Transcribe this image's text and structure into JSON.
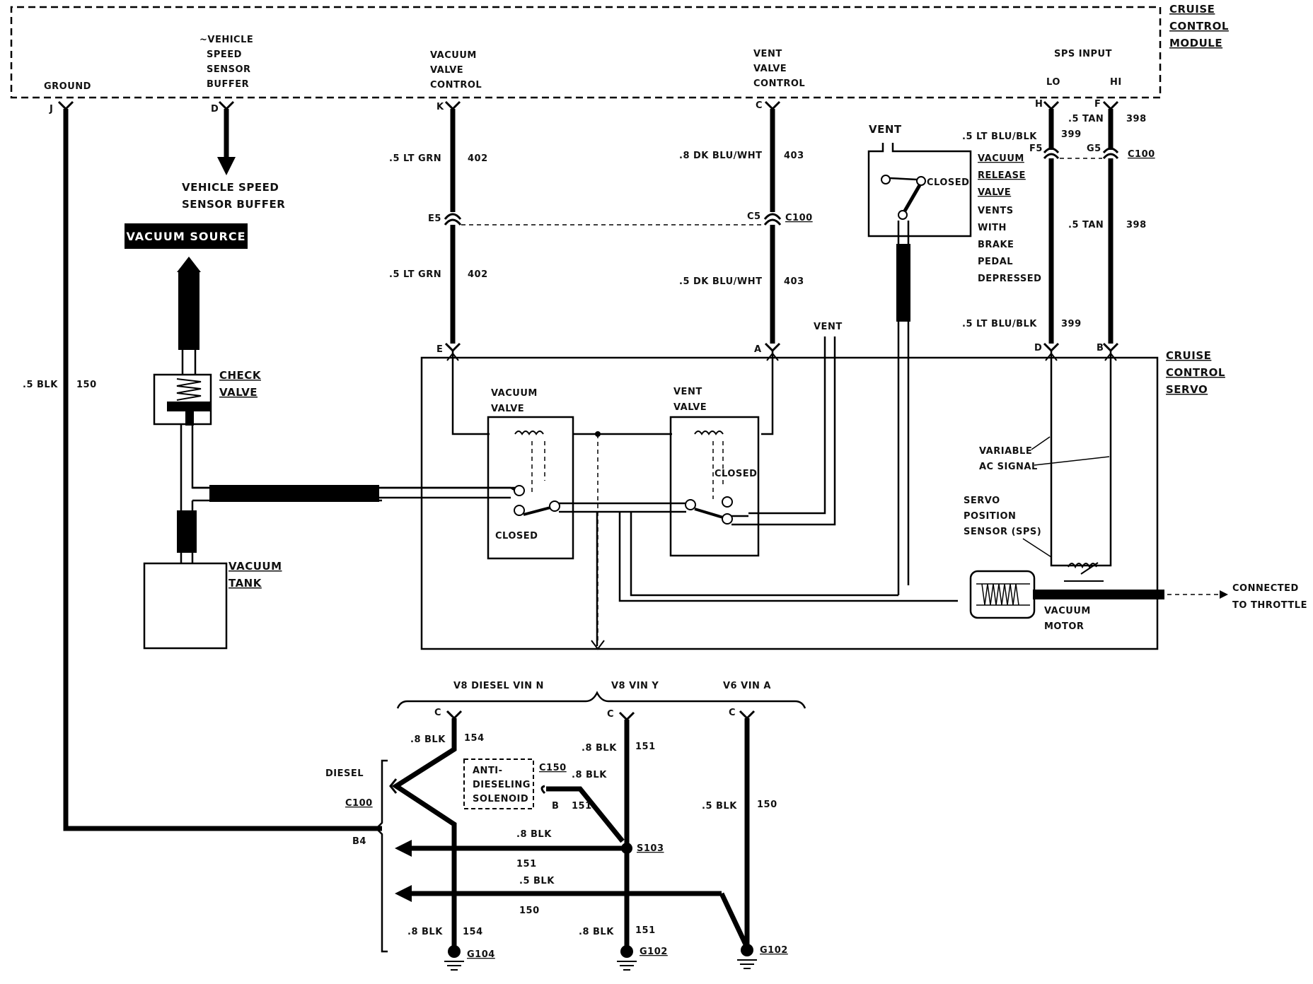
{
  "module": {
    "title_lines": [
      "CRUISE",
      "CONTROL",
      "MODULE"
    ],
    "terminals": [
      {
        "label_lines": [
          "GROUND"
        ],
        "pin": "J"
      },
      {
        "label_lines": [
          "~VEHICLE",
          "SPEED",
          "SENSOR",
          "BUFFER"
        ],
        "pin": "D"
      },
      {
        "label_lines": [
          "VACUUM",
          "VALVE",
          "CONTROL"
        ],
        "pin": "K"
      },
      {
        "label_lines": [
          "VENT",
          "VALVE",
          "CONTROL"
        ],
        "pin": "C"
      }
    ],
    "sps_input": {
      "title": "SPS INPUT",
      "lo": "LO",
      "hi": "HI",
      "lo_pin": "H",
      "hi_pin": "F"
    }
  },
  "vss_buffer_lines": [
    "VEHICLE SPEED",
    "SENSOR BUFFER"
  ],
  "vacuum_source": "VACUUM SOURCE",
  "check_valve_lines": [
    "CHECK",
    "VALVE"
  ],
  "vacuum_tank_lines": [
    "VACUUM",
    "TANK"
  ],
  "ground_wire": {
    "gauge": ".5 BLK",
    "circuit": "150"
  },
  "vacuum_ctrl_wire": {
    "upper": {
      "gauge": ".5 LT GRN",
      "circuit": "402"
    },
    "lower": {
      "gauge": ".5 LT GRN",
      "circuit": "402"
    },
    "connector_pin": "E5",
    "servo_pin": "E"
  },
  "vent_ctrl_wire": {
    "upper": {
      "gauge": ".8 DK BLU/WHT",
      "circuit": "403"
    },
    "lower": {
      "gauge": ".5 DK BLU/WHT",
      "circuit": "403"
    },
    "connector_pin": "C5",
    "connector": "C100",
    "servo_pin": "A"
  },
  "sps_lo_wire": {
    "upper": {
      "gauge": ".5 LT BLU/BLK",
      "circuit": "399"
    },
    "lower": {
      "gauge": ".5 LT BLU/BLK",
      "circuit": "399"
    },
    "connector_pin": "F5",
    "servo_pin": "D"
  },
  "sps_hi_wire": {
    "upper": {
      "gauge": ".5 TAN",
      "circuit": "398"
    },
    "lower": {
      "gauge": ".5 TAN",
      "circuit": "398"
    },
    "connector_pin": "G5",
    "connector": "C100",
    "servo_pin": "B"
  },
  "release_valve": {
    "vent": "VENT",
    "closed": "CLOSED",
    "desc_lines": [
      "VACUUM",
      "RELEASE",
      "VALVE",
      "VENTS",
      "WITH",
      "BRAKE",
      "PEDAL",
      "DEPRESSED"
    ]
  },
  "servo": {
    "title_lines": [
      "CRUISE",
      "CONTROL",
      "SERVO"
    ],
    "vent": "VENT",
    "vacuum_valve_lines": [
      "VACUUM",
      "VALVE"
    ],
    "vent_valve_lines": [
      "VENT",
      "VALVE"
    ],
    "closed_left": "CLOSED",
    "closed_right": "CLOSED",
    "ac_signal_lines": [
      "VARIABLE",
      "AC SIGNAL"
    ],
    "sps_lines": [
      "SERVO",
      "POSITION",
      "SENSOR (SPS)"
    ],
    "motor_lines": [
      "VACUUM",
      "MOTOR"
    ]
  },
  "throttle_lines": [
    "CONNECTED",
    "TO THROTTLE"
  ],
  "ground_section": {
    "headers": [
      "V8 DIESEL VIN N",
      "V8 VIN Y",
      "V6 VIN A"
    ],
    "pin": "C",
    "diesel": "DIESEL",
    "connector": "C100",
    "connector_pin": "B4",
    "anti_dieseling_lines": [
      "ANTI-",
      "DIESELING",
      "SOLENOID"
    ],
    "solenoid_connector": "C150",
    "solenoid_pin": "B",
    "splice": "S103",
    "w154_top": {
      "gauge": ".8 BLK",
      "circuit": "154"
    },
    "w151_top": {
      "gauge": ".8 BLK",
      "circuit": "151"
    },
    "w151_sol": {
      "gauge": ".8 BLK",
      "circuit": "151"
    },
    "w150_top": {
      "gauge": ".5 BLK",
      "circuit": "150"
    },
    "h1": {
      "gauge": ".8 BLK",
      "circuit": "151"
    },
    "h2": {
      "gauge": ".5 BLK",
      "circuit": "150"
    },
    "w154_bot": {
      "gauge": ".8 BLK",
      "circuit": "154"
    },
    "w151_bot": {
      "gauge": ".8 BLK",
      "circuit": "151"
    },
    "grounds": [
      "G104",
      "G102",
      "G102"
    ]
  }
}
